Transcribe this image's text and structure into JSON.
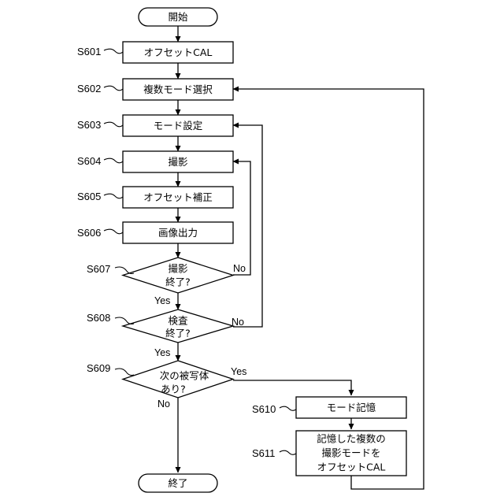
{
  "nodes": {
    "start": {
      "text": "開始"
    },
    "s601": {
      "id": "S601",
      "text": "オフセットCAL"
    },
    "s602": {
      "id": "S602",
      "text": "複数モード選択"
    },
    "s603": {
      "id": "S603",
      "text": "モード設定"
    },
    "s604": {
      "id": "S604",
      "text": "撮影"
    },
    "s605": {
      "id": "S605",
      "text": "オフセット補正"
    },
    "s606": {
      "id": "S606",
      "text": "画像出力"
    },
    "s607": {
      "id": "S607",
      "line1": "撮影",
      "line2": "終了?"
    },
    "s608": {
      "id": "S608",
      "line1": "検査",
      "line2": "終了?"
    },
    "s609": {
      "id": "S609",
      "line1": "次の被写体",
      "line2": "あり?"
    },
    "s610": {
      "id": "S610",
      "text": "モード記憶"
    },
    "s611": {
      "id": "S611",
      "line1": "記憶した複数の",
      "line2": "撮影モードを",
      "line3": "オフセットCAL"
    },
    "end": {
      "text": "終了"
    }
  },
  "branches": {
    "s607_no": "No",
    "s607_yes": "Yes",
    "s608_no": "No",
    "s608_yes": "Yes",
    "s609_yes": "Yes",
    "s609_no": "No"
  }
}
